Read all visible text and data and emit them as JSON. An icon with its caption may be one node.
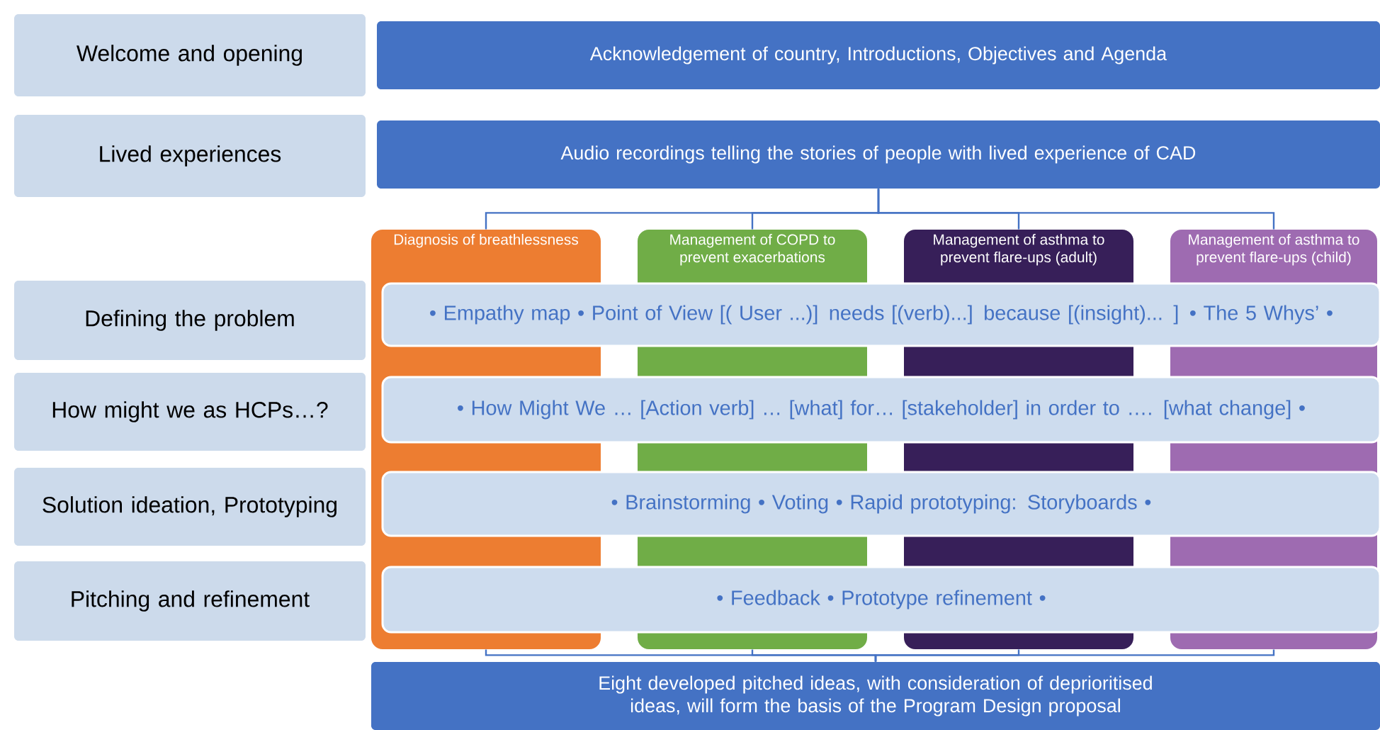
{
  "diagram": {
    "nodes": [
      {
        "text": [
          "Welcome and opening"
        ]
      },
      {
        "text": [
          "Acknowledgement of country, Introductions, Objectives and Agenda"
        ]
      },
      {
        "text": [
          "Lived experiences"
        ]
      },
      {
        "text": [
          "Audio recordings telling the stories of people with lived experience of CAD"
        ]
      },
      {
        "text": [
          "Diagnosis of breathlessness"
        ]
      },
      {
        "text": [
          "Management of COPD to prevent exacerbations"
        ]
      },
      {
        "text": [
          "Management of asthma to prevent flare-ups (adult)"
        ]
      },
      {
        "text": [
          "Management of asthma to prevent flare-ups (child)"
        ]
      },
      {
        "text": [
          "Defining the problem"
        ]
      },
      {
        "text": [
          "• Empathy map • Point of View [( User ...)] needs [(verb)...] because [(insight)... ] • The 5 Whys’ •"
        ]
      },
      {
        "text": [
          "How might we as HCPs…?"
        ]
      },
      {
        "text": [
          "• How Might We … [Action verb] … [what] for… [stakeholder] in order to …. [what change] •"
        ]
      },
      {
        "text": [
          "Solution ideation, Prototyping"
        ]
      },
      {
        "text": [
          "• Brainstorming • Voting • Rapid prototyping: Storyboards •"
        ]
      },
      {
        "text": [
          "Pitching and refinement"
        ]
      },
      {
        "text": [
          "• Feedback • Prototype refinement •"
        ]
      },
      {
        "text": [
          "Eight developed pitched ideas, with consideration of deprioritised ideas, will form the basis of the Program Design proposal"
        ]
      }
    ],
    "edges": [
      {
        "from": 3,
        "to": 4,
        "arrow": "none"
      },
      {
        "from": 3,
        "to": 5,
        "arrow": "none"
      },
      {
        "from": 3,
        "to": 6,
        "arrow": "none"
      },
      {
        "from": 3,
        "to": 7,
        "arrow": "none"
      },
      {
        "from": 4,
        "to": 16,
        "arrow": "none"
      },
      {
        "from": 5,
        "to": 16,
        "arrow": "none"
      },
      {
        "from": 6,
        "to": 16,
        "arrow": "none"
      },
      {
        "from": 7,
        "to": 16,
        "arrow": "none"
      }
    ]
  }
}
